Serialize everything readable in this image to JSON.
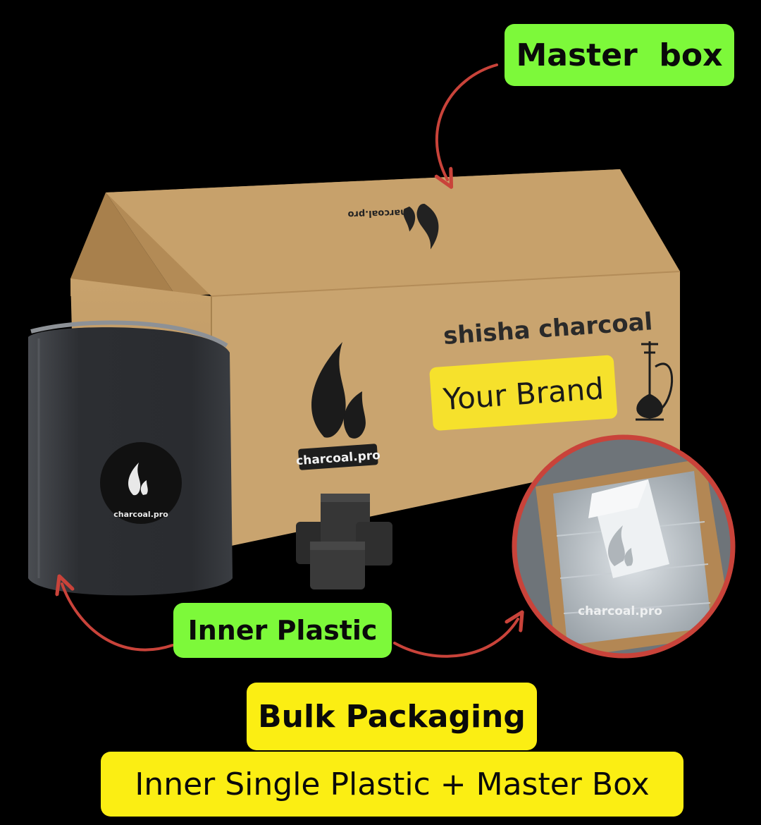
{
  "colors": {
    "background": "#000000",
    "green_label": "#7df93a",
    "yellow_label": "#fbee13",
    "arrow": "#c9433a",
    "cardboard": "#c9a46f",
    "cardboard_dark": "#a9844f",
    "cardboard_inner": "#b38b56",
    "brand_badge": "#f6e12c",
    "plastic_pack": "#2a2c30"
  },
  "labels": {
    "master_box": "Master  box",
    "inner_plastic": "Inner Plastic",
    "bulk_title": "Bulk Packaging",
    "bulk_subtitle": "Inner Single Plastic + Master Box"
  },
  "box": {
    "tagline": "shisha charcoal",
    "brand_badge": "Your Brand",
    "logo_text": "charcoal.pro",
    "lid_logo_text": "charcoal.pro"
  },
  "pack": {
    "sticker_text": "charcoal.pro"
  },
  "inset": {
    "logo_text": "charcoal.pro"
  },
  "icons": [
    "flame-logo-icon",
    "hookah-icon",
    "curved-arrow-icon"
  ]
}
